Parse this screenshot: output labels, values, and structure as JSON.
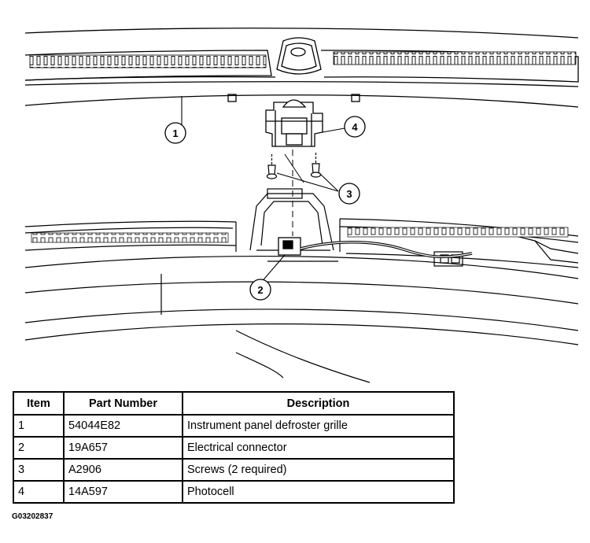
{
  "diagram": {
    "callouts": [
      "1",
      "2",
      "3",
      "4"
    ]
  },
  "table": {
    "headers": [
      "Item",
      "Part Number",
      "Description"
    ],
    "rows": [
      [
        "1",
        "54044E82",
        "Instrument panel defroster grille"
      ],
      [
        "2",
        "19A657",
        "Electrical connector"
      ],
      [
        "3",
        "A2906",
        "Screws (2 required)"
      ],
      [
        "4",
        "14A597",
        "Photocell"
      ]
    ]
  },
  "figure_id": "G03202837"
}
